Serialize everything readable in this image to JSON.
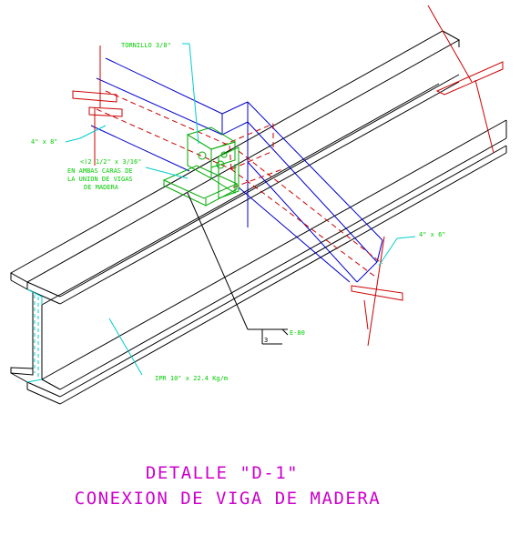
{
  "drawing": {
    "title_line1": "DETALLE \"D-1\"",
    "title_line2": "CONEXION DE VIGA DE MADERA",
    "labels": {
      "bolt": "TORNILLO 3/8\"",
      "wood_beam_left": "4\" x 8\"",
      "wood_beam_right": "4\" x 6\"",
      "angle_line1": "<)2 1/2\" x 3/16\"",
      "angle_line2": "EN AMBAS CARAS DE",
      "angle_line3": "LA UNION DE VIGAS",
      "angle_line4": "DE MADERA",
      "steel_beam": "IPR 10\" x 22.4 Kg/m",
      "section_num": "3",
      "section_ref": "E-80"
    }
  },
  "colors": {
    "steel": "#000000",
    "wood": "#0000cc",
    "hidden": "#cc0000",
    "cut": "#cc0000",
    "connector": "#00aa00",
    "leader": "#00cccc",
    "label": "#00cc00",
    "title": "#cc00cc"
  }
}
